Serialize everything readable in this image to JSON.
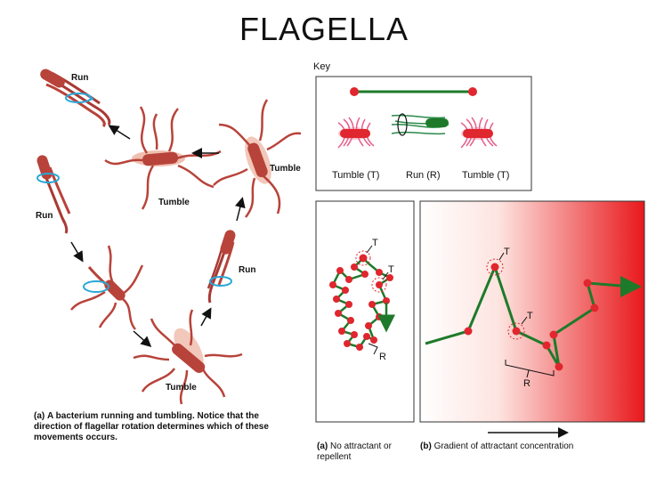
{
  "title": "FLAGELLA",
  "left_panel": {
    "labels": {
      "run_top": "Run",
      "run_left": "Run",
      "run_right": "Run",
      "tumble_center": "Tumble",
      "tumble_right": "Tumble",
      "tumble_bottom": "Tumble"
    },
    "caption_prefix": "(a)",
    "caption_text": "A bacterium running and tumbling. Notice that the direction of flagellar rotation determines which of these movements occurs."
  },
  "key_panel": {
    "key_label": "Key",
    "tumble_left": "Tumble (T)",
    "run": "Run (R)",
    "tumble_right": "Tumble (T)"
  },
  "panel_a": {
    "t1": "T",
    "t2": "T",
    "r": "R",
    "caption_prefix": "(a)",
    "caption_line1": "No attractant or",
    "caption_line2": "repellent"
  },
  "panel_b": {
    "t1": "T",
    "t2": "T",
    "r": "R",
    "caption_prefix": "(b)",
    "caption_text": "Gradient of attractant concentration"
  },
  "colors": {
    "bacteria": "#b8433a",
    "bacteria_light": "#e9a48e",
    "path": "#1e7a2a",
    "node": "#e0262e",
    "gradient_end": "#ea1f1f",
    "rotation_arrow": "#2aa7d8"
  }
}
